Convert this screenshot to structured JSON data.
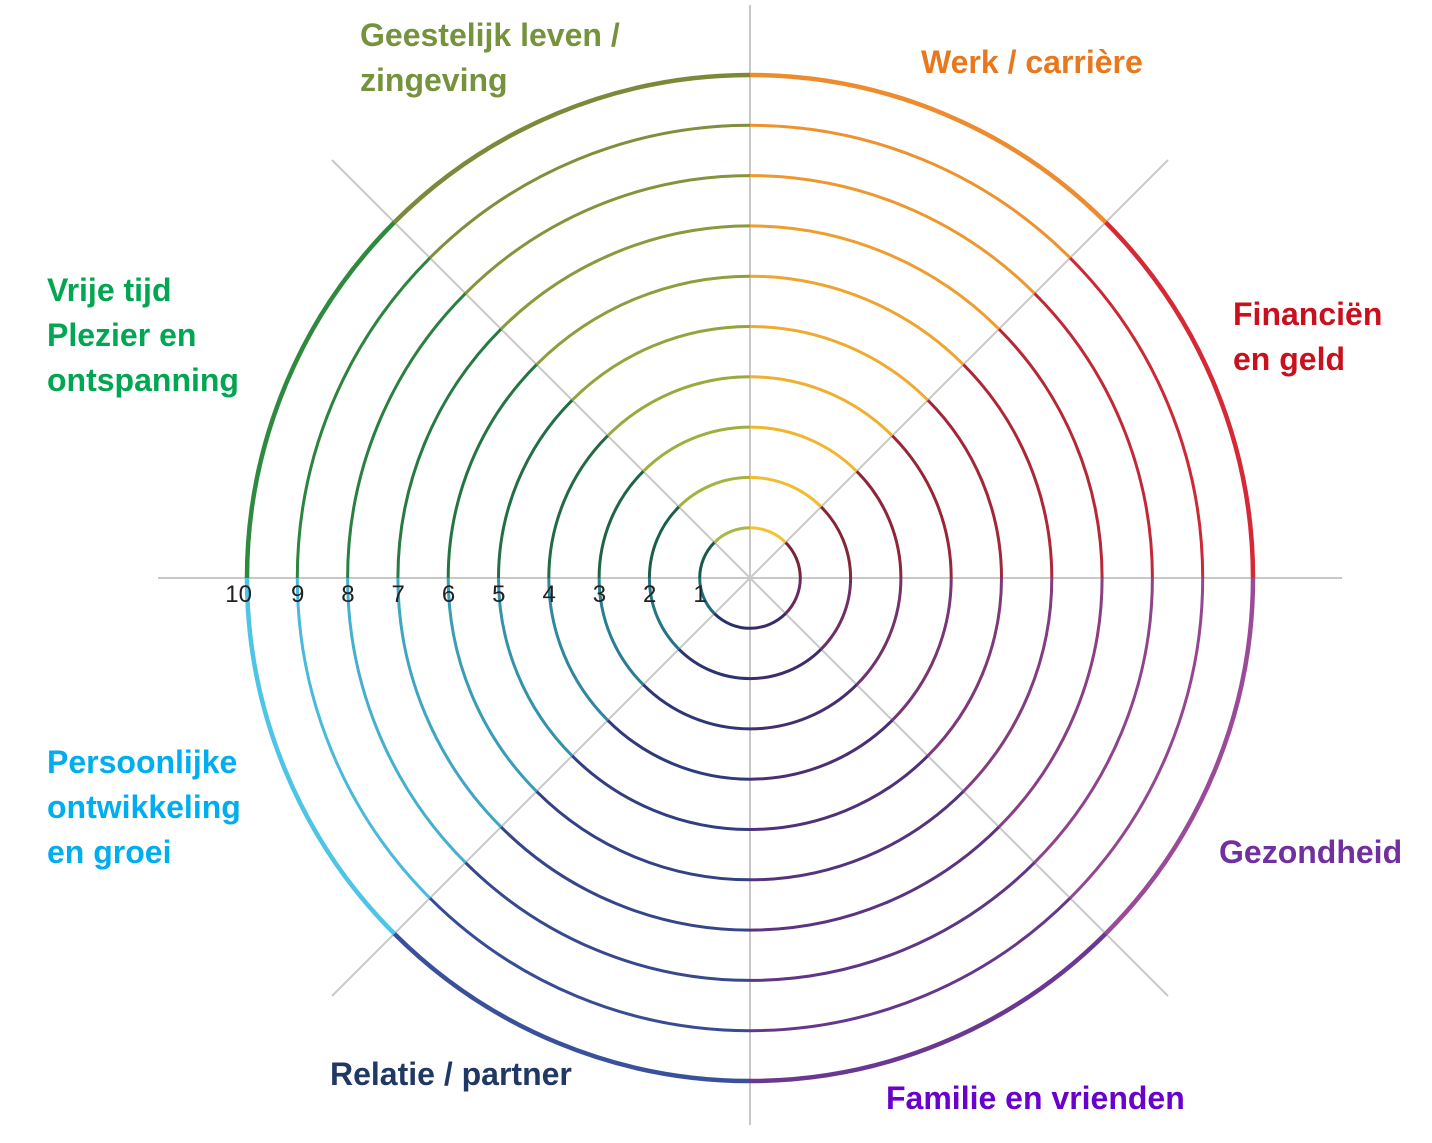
{
  "wheel": {
    "scale": [
      "1",
      "2",
      "3",
      "4",
      "5",
      "6",
      "7",
      "8",
      "9",
      "10"
    ],
    "rings": 10,
    "axis_color": "#c8c8c8"
  },
  "segments": [
    {
      "id": "werk",
      "lines": [
        "Werk / carrière"
      ],
      "label_color": "#e8781e",
      "start_color": "#f2c230",
      "end_color": "#ec8c2e"
    },
    {
      "id": "financien",
      "lines": [
        "Financiën",
        "en geld"
      ],
      "label_color": "#c8101e",
      "start_color": "#7a2438",
      "end_color": "#d52a36"
    },
    {
      "id": "gezondheid",
      "lines": [
        "Gezondheid"
      ],
      "label_color": "#7030a0",
      "start_color": "#6a2a60",
      "end_color": "#9a4a98"
    },
    {
      "id": "familie",
      "lines": [
        "Familie en vrienden"
      ],
      "label_color": "#6a00cc",
      "start_color": "#3a2a66",
      "end_color": "#6a3890"
    },
    {
      "id": "relatie",
      "lines": [
        "Relatie / partner"
      ],
      "label_color": "#1f3864",
      "start_color": "#2a2f6a",
      "end_color": "#3a509a"
    },
    {
      "id": "persoonlijk",
      "lines": [
        "Persoonlijke",
        "ontwikkeling",
        "en groei"
      ],
      "label_color": "#00aeef",
      "start_color": "#206a7a",
      "end_color": "#4ec4e6"
    },
    {
      "id": "vrijetijd",
      "lines": [
        "Vrije tijd",
        "Plezier en",
        "ontspanning"
      ],
      "label_color": "#00a651",
      "start_color": "#1a5a4a",
      "end_color": "#2e8a3e"
    },
    {
      "id": "geestelijk",
      "lines": [
        "Geestelijk leven /",
        "zingeving"
      ],
      "label_color": "#76923c",
      "start_color": "#a8b840",
      "end_color": "#7a8a3a"
    }
  ]
}
